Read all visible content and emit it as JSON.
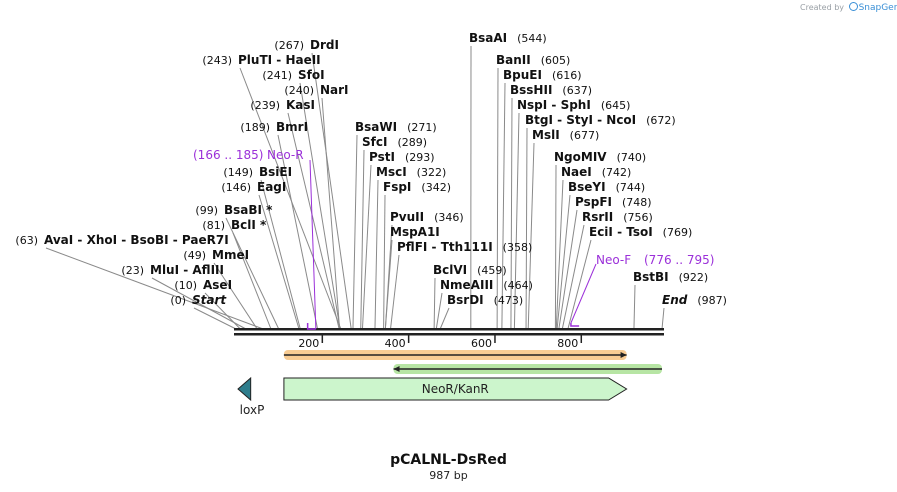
{
  "credit": {
    "prefix": "Created by",
    "brand": "SnapGene"
  },
  "plasmid": {
    "name": "pCALNL-DsRed",
    "size_label": "987 bp",
    "length": 987
  },
  "ruler": {
    "ticks": [
      "200",
      "400",
      "600",
      "800"
    ]
  },
  "sites": [
    {
      "pos": "(267)",
      "name": "DrdI",
      "bp": 267
    },
    {
      "pos": "(243)",
      "name": "PluTI  -  HaeII",
      "bp": 243
    },
    {
      "pos": "(241)",
      "name": "SfoI",
      "bp": 241
    },
    {
      "pos": "(240)",
      "name": "NarI",
      "bp": 240
    },
    {
      "pos": "(239)",
      "name": "KasI",
      "bp": 239
    },
    {
      "pos": "(189)",
      "name": "BmrI",
      "bp": 189
    },
    {
      "pos": "(149)",
      "name": "BsiEI",
      "bp": 149
    },
    {
      "pos": "(146)",
      "name": "EagI",
      "bp": 146
    },
    {
      "pos": "(99)",
      "name": "BsaBI *",
      "bp": 99
    },
    {
      "pos": "(81)",
      "name": "BclI *",
      "bp": 81
    },
    {
      "pos": "(63)",
      "name": "AvaI  -  XhoI  -  BsoBI  -  PaeR7I",
      "bp": 63
    },
    {
      "pos": "(49)",
      "name": "MmeI",
      "bp": 49
    },
    {
      "pos": "(23)",
      "name": "MluI  -  AflIII",
      "bp": 23
    },
    {
      "pos": "(10)",
      "name": "AseI",
      "bp": 10
    },
    {
      "pos": "(0)",
      "name": "Start",
      "bp": 0
    },
    {
      "pos": "(271)",
      "name": "BsaWI",
      "bp": 271
    },
    {
      "pos": "(289)",
      "name": "SfcI",
      "bp": 289
    },
    {
      "pos": "(293)",
      "name": "PstI",
      "bp": 293
    },
    {
      "pos": "(322)",
      "name": "MscI",
      "bp": 322
    },
    {
      "pos": "(342)",
      "name": "FspI",
      "bp": 342
    },
    {
      "pos": "(346)",
      "name": "PvuII",
      "bp": 346
    },
    {
      "pos": "",
      "name": "MspA1I",
      "bp": 346
    },
    {
      "pos": "(358)",
      "name": "PflFI  -  Tth111I",
      "bp": 358
    },
    {
      "pos": "(544)",
      "name": "BsaAI",
      "bp": 544
    },
    {
      "pos": "(459)",
      "name": "BclVI",
      "bp": 459
    },
    {
      "pos": "(464)",
      "name": "NmeAIII",
      "bp": 464
    },
    {
      "pos": "(473)",
      "name": "BsrDI",
      "bp": 473
    },
    {
      "pos": "(605)",
      "name": "BanII",
      "bp": 605
    },
    {
      "pos": "(616)",
      "name": "BpuEI",
      "bp": 616
    },
    {
      "pos": "(637)",
      "name": "BssHII",
      "bp": 637
    },
    {
      "pos": "(645)",
      "name": "NspI  -  SphI",
      "bp": 645
    },
    {
      "pos": "(672)",
      "name": "BtgI  -  StyI  -  NcoI",
      "bp": 672
    },
    {
      "pos": "(677)",
      "name": "MslI",
      "bp": 677
    },
    {
      "pos": "(740)",
      "name": "NgoMIV",
      "bp": 740
    },
    {
      "pos": "(742)",
      "name": "NaeI",
      "bp": 742
    },
    {
      "pos": "(744)",
      "name": "BseYI",
      "bp": 744
    },
    {
      "pos": "(748)",
      "name": "PspFI",
      "bp": 748
    },
    {
      "pos": "(756)",
      "name": "RsrII",
      "bp": 756
    },
    {
      "pos": "(769)",
      "name": "EciI  -  TsoI",
      "bp": 769
    },
    {
      "pos": "(922)",
      "name": "BstBI",
      "bp": 922
    },
    {
      "pos": "(987)",
      "name": "End",
      "bp": 987
    }
  ],
  "primers": [
    {
      "name": "Neo-R",
      "range": "(166 .. 185)",
      "start": 166,
      "end": 185,
      "direction": "reverse"
    },
    {
      "name": "Neo-F",
      "range": "(776 .. 795)",
      "start": 776,
      "end": 795,
      "direction": "forward"
    }
  ],
  "features": [
    {
      "name": "loxP",
      "start": 0,
      "end": 34,
      "direction": "reverse",
      "color": "#2e7d8c"
    },
    {
      "name": "NeoR/KanR",
      "start": 111,
      "end": 905,
      "direction": "forward",
      "color": "#ccf5cc"
    }
  ],
  "orfs": [
    {
      "start": 111,
      "end": 905,
      "direction": "forward",
      "color": "#f2a33a"
    },
    {
      "start": 365,
      "end": 987,
      "direction": "reverse",
      "color": "#7ccf5a"
    }
  ]
}
